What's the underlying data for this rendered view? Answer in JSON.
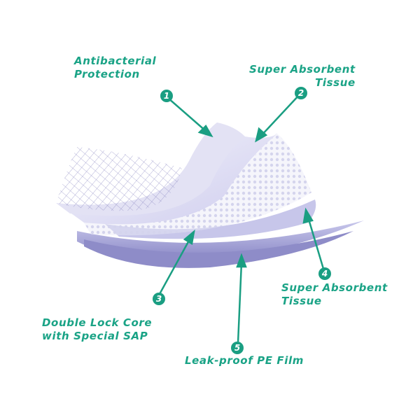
{
  "diagram": {
    "accent_color": "#1aa386",
    "layer_color": "#b9b8e0",
    "callouts": [
      {
        "number": "1",
        "lines": [
          "Antibacterial",
          "Protection"
        ]
      },
      {
        "number": "2",
        "lines": [
          "Super Absorbent",
          "Tissue"
        ]
      },
      {
        "number": "3",
        "lines": [
          "Double Lock Core",
          "with Special SAP"
        ]
      },
      {
        "number": "4",
        "lines": [
          "Super Absorbent",
          "Tissue"
        ]
      },
      {
        "number": "5",
        "lines": [
          "Leak-proof PE Film"
        ]
      }
    ]
  }
}
